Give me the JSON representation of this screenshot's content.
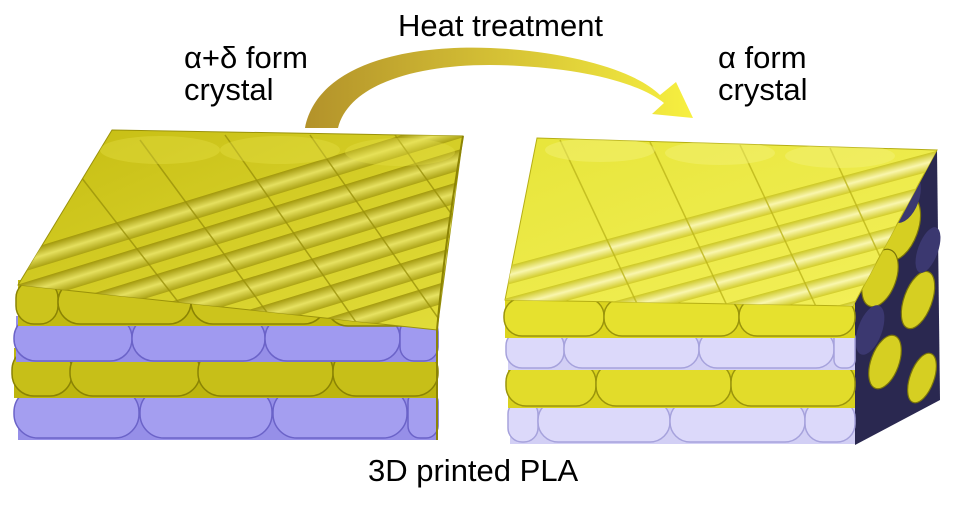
{
  "labels": {
    "process": "Heat treatment",
    "before_line1": "α+δ form",
    "before_line2": "crystal",
    "after_line1": "α form",
    "after_line2": "crystal",
    "material": "3D printed PLA"
  },
  "colors": {
    "crystal_yellow": "#cfc51a",
    "crystal_yellow_light": "#eaea3a",
    "left_interlayer": "#9a93ee",
    "right_interlayer": "#d8d4f7",
    "right_side_dark": "#2a2850",
    "arrow_start": "#b99a2a",
    "arrow_end": "#f7f040"
  },
  "icons": {
    "arrow": "curved-arrow-icon"
  }
}
